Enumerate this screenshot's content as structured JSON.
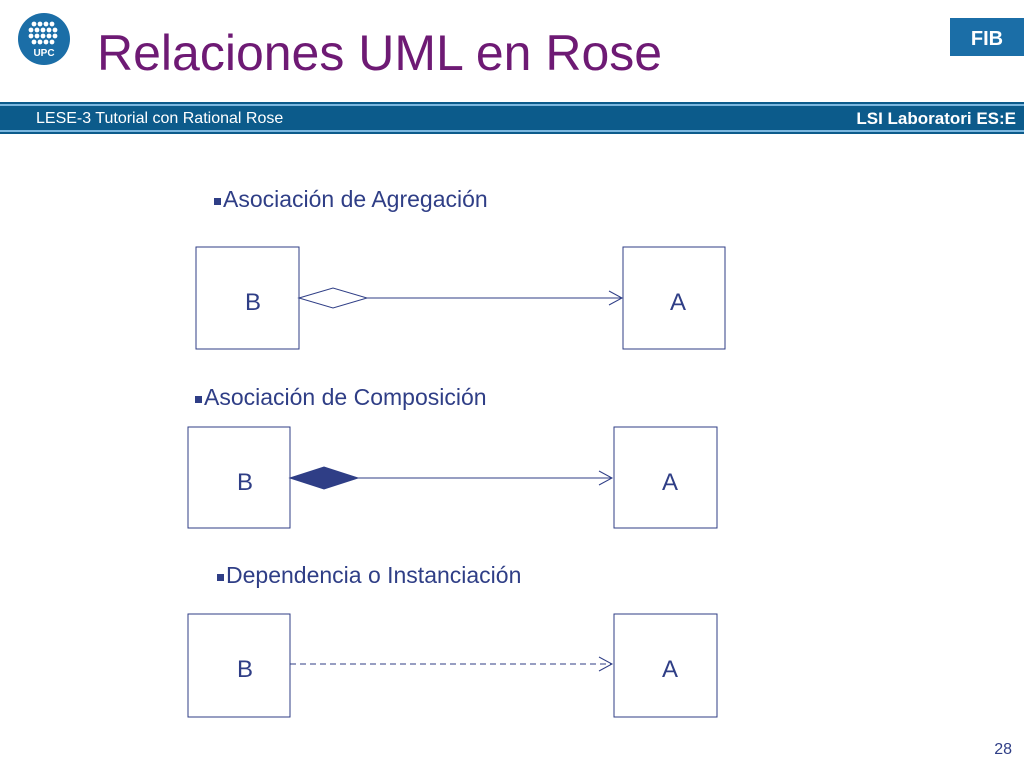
{
  "slide": {
    "title": "Relaciones UML en Rose",
    "subtitle": "LESE-3 Tutorial con Rational Rose",
    "lab": "LSI Laboratori ES:E",
    "page_number": "28",
    "logos": {
      "left_text": "UPC",
      "right_text": "FIB"
    }
  },
  "colors": {
    "title": "#6e1a74",
    "banner": "#0c5b8b",
    "diagram": "#2f3e86",
    "logo_blue": "#1b6ea7"
  },
  "relations": [
    {
      "heading": "Asociación de Agregación",
      "kind": "aggregation",
      "source": "B",
      "target": "A"
    },
    {
      "heading": "Asociación de Composición",
      "kind": "composition",
      "source": "B",
      "target": "A"
    },
    {
      "heading": "Dependencia  o Instanciación",
      "kind": "dependency",
      "source": "B",
      "target": "A"
    }
  ]
}
